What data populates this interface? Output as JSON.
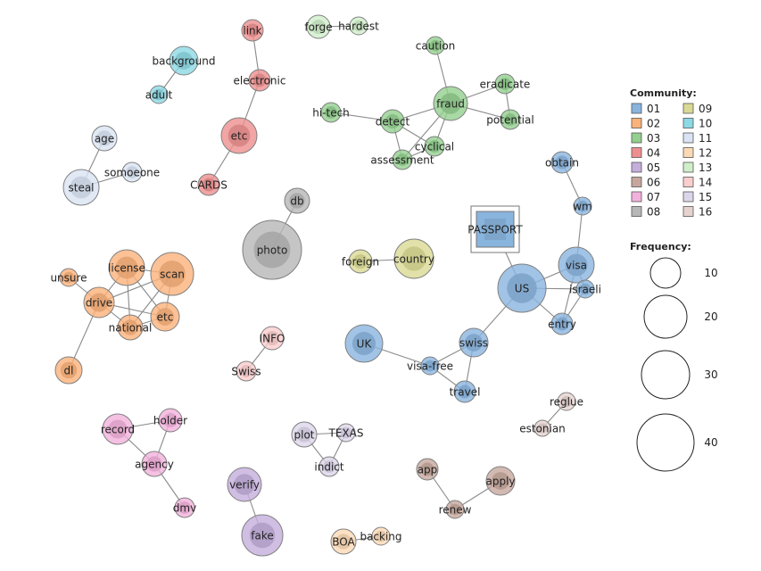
{
  "communities": {
    "01": "#89b4de",
    "02": "#fbb27a",
    "03": "#93cf8e",
    "04": "#ee8f8f",
    "05": "#c4aedc",
    "06": "#c7a79d",
    "07": "#f2b1dc",
    "08": "#b7b7b7",
    "09": "#dada94",
    "10": "#8cd8e4",
    "11": "#d9e3f3",
    "12": "#fbd9b5",
    "13": "#cfeec9",
    "14": "#fbcdcd",
    "15": "#ddd6ea",
    "16": "#e6d3cf"
  },
  "legend": {
    "community_title": "Community:",
    "community_ids": [
      "01",
      "02",
      "03",
      "04",
      "05",
      "06",
      "07",
      "08",
      "09",
      "10",
      "11",
      "12",
      "13",
      "14",
      "15",
      "16"
    ],
    "frequency_title": "Frequency:",
    "frequency_levels": [
      10,
      20,
      30,
      40
    ]
  },
  "nodes": [
    {
      "id": "link",
      "label": "link",
      "community": "04",
      "frequency": 6
    },
    {
      "id": "electronic",
      "label": "electronic",
      "community": "04",
      "frequency": 6
    },
    {
      "id": "etc4",
      "label": "etc",
      "community": "04",
      "frequency": 16
    },
    {
      "id": "CARDS",
      "label": "CARDS",
      "community": "04",
      "frequency": 6
    },
    {
      "id": "background",
      "label": "background",
      "community": "10",
      "frequency": 12
    },
    {
      "id": "adult",
      "label": "adult",
      "community": "10",
      "frequency": 4
    },
    {
      "id": "age",
      "label": "age",
      "community": "11",
      "frequency": 8
    },
    {
      "id": "steal",
      "label": "steal",
      "community": "11",
      "frequency": 18
    },
    {
      "id": "somoeone",
      "label": "somoeone",
      "community": "11",
      "frequency": 4
    },
    {
      "id": "forge",
      "label": "forge",
      "community": "13",
      "frequency": 7
    },
    {
      "id": "hardest",
      "label": "hardest",
      "community": "13",
      "frequency": 4
    },
    {
      "id": "caution",
      "label": "caution",
      "community": "03",
      "frequency": 4
    },
    {
      "id": "fraud",
      "label": "fraud",
      "community": "03",
      "frequency": 14
    },
    {
      "id": "eradicate",
      "label": "eradicate",
      "community": "03",
      "frequency": 5
    },
    {
      "id": "hitech",
      "label": "hi-tech",
      "community": "03",
      "frequency": 5
    },
    {
      "id": "detect",
      "label": "detect",
      "community": "03",
      "frequency": 7
    },
    {
      "id": "potential",
      "label": "potential",
      "community": "03",
      "frequency": 5
    },
    {
      "id": "cyclical",
      "label": "cyclical",
      "community": "03",
      "frequency": 5
    },
    {
      "id": "assessment",
      "label": "assessment",
      "community": "03",
      "frequency": 5
    },
    {
      "id": "db",
      "label": "db",
      "community": "08",
      "frequency": 8
    },
    {
      "id": "photo",
      "label": "photo",
      "community": "08",
      "frequency": 42
    },
    {
      "id": "foreign",
      "label": "foreign",
      "community": "09",
      "frequency": 6
    },
    {
      "id": "country",
      "label": "country",
      "community": "09",
      "frequency": 18
    },
    {
      "id": "PASSPORT",
      "label": "PASSPORT",
      "community": "01",
      "frequency": 50
    },
    {
      "id": "obtain",
      "label": "obtain",
      "community": "01",
      "frequency": 6
    },
    {
      "id": "wm",
      "label": "wm",
      "community": "01",
      "frequency": 4
    },
    {
      "id": "visa",
      "label": "visa",
      "community": "01",
      "frequency": 16
    },
    {
      "id": "US",
      "label": "US",
      "community": "01",
      "frequency": 32
    },
    {
      "id": "israeli",
      "label": "israeli",
      "community": "01",
      "frequency": 4
    },
    {
      "id": "entry",
      "label": "entry",
      "community": "01",
      "frequency": 6
    },
    {
      "id": "UK",
      "label": "UK",
      "community": "01",
      "frequency": 18
    },
    {
      "id": "swiss",
      "label": "swiss",
      "community": "01",
      "frequency": 10
    },
    {
      "id": "visafree",
      "label": "visa-free",
      "community": "01",
      "frequency": 4
    },
    {
      "id": "travel",
      "label": "travel",
      "community": "01",
      "frequency": 6
    },
    {
      "id": "unsure",
      "label": "unsure",
      "community": "02",
      "frequency": 4
    },
    {
      "id": "license",
      "label": "license",
      "community": "02",
      "frequency": 14
    },
    {
      "id": "scan",
      "label": "scan",
      "community": "02",
      "frequency": 24
    },
    {
      "id": "drive",
      "label": "drive",
      "community": "02",
      "frequency": 12
    },
    {
      "id": "national",
      "label": "national",
      "community": "02",
      "frequency": 8
    },
    {
      "id": "etc2",
      "label": "etc",
      "community": "02",
      "frequency": 10
    },
    {
      "id": "dl",
      "label": "dl",
      "community": "02",
      "frequency": 9
    },
    {
      "id": "INFO",
      "label": "INFO",
      "community": "14",
      "frequency": 6
    },
    {
      "id": "Swiss",
      "label": "Swiss",
      "community": "14",
      "frequency": 4
    },
    {
      "id": "reglue",
      "label": "reglue",
      "community": "16",
      "frequency": 4
    },
    {
      "id": "estonian",
      "label": "estonian",
      "community": "16",
      "frequency": 3
    },
    {
      "id": "record",
      "label": "record",
      "community": "07",
      "frequency": 12
    },
    {
      "id": "holder",
      "label": "holder",
      "community": "07",
      "frequency": 7
    },
    {
      "id": "agency",
      "label": "agency",
      "community": "07",
      "frequency": 7
    },
    {
      "id": "dmv",
      "label": "dmv",
      "community": "07",
      "frequency": 5
    },
    {
      "id": "plot",
      "label": "plot",
      "community": "15",
      "frequency": 7
    },
    {
      "id": "TEXAS",
      "label": "TEXAS",
      "community": "15",
      "frequency": 4
    },
    {
      "id": "indict",
      "label": "indict",
      "community": "15",
      "frequency": 5
    },
    {
      "id": "verify",
      "label": "verify",
      "community": "05",
      "frequency": 16
    },
    {
      "id": "fake",
      "label": "fake",
      "community": "05",
      "frequency": 22
    },
    {
      "id": "BOA",
      "label": "BOA",
      "community": "12",
      "frequency": 7
    },
    {
      "id": "backing",
      "label": "backing",
      "community": "12",
      "frequency": 4
    },
    {
      "id": "app",
      "label": "app",
      "community": "06",
      "frequency": 6
    },
    {
      "id": "apply",
      "label": "apply",
      "community": "06",
      "frequency": 10
    },
    {
      "id": "renew",
      "label": "renew",
      "community": "06",
      "frequency": 4
    }
  ],
  "edges": [
    [
      "link",
      "electronic"
    ],
    [
      "electronic",
      "etc4"
    ],
    [
      "etc4",
      "CARDS"
    ],
    [
      "background",
      "adult"
    ],
    [
      "age",
      "steal"
    ],
    [
      "steal",
      "somoeone"
    ],
    [
      "forge",
      "hardest"
    ],
    [
      "caution",
      "fraud"
    ],
    [
      "fraud",
      "eradicate"
    ],
    [
      "fraud",
      "potential"
    ],
    [
      "eradicate",
      "potential"
    ],
    [
      "fraud",
      "detect"
    ],
    [
      "fraud",
      "cyclical"
    ],
    [
      "fraud",
      "assessment"
    ],
    [
      "hitech",
      "detect"
    ],
    [
      "detect",
      "cyclical"
    ],
    [
      "detect",
      "assessment"
    ],
    [
      "cyclical",
      "assessment"
    ],
    [
      "db",
      "photo"
    ],
    [
      "foreign",
      "country"
    ],
    [
      "PASSPORT",
      "US"
    ],
    [
      "obtain",
      "wm"
    ],
    [
      "wm",
      "visa"
    ],
    [
      "US",
      "visa"
    ],
    [
      "US",
      "israeli"
    ],
    [
      "US",
      "entry"
    ],
    [
      "visa",
      "israeli"
    ],
    [
      "visa",
      "entry"
    ],
    [
      "israeli",
      "entry"
    ],
    [
      "US",
      "swiss"
    ],
    [
      "swiss",
      "visafree"
    ],
    [
      "swiss",
      "travel"
    ],
    [
      "UK",
      "visafree"
    ],
    [
      "visafree",
      "travel"
    ],
    [
      "unsure",
      "drive"
    ],
    [
      "license",
      "scan"
    ],
    [
      "license",
      "drive"
    ],
    [
      "license",
      "national"
    ],
    [
      "license",
      "etc2"
    ],
    [
      "scan",
      "drive"
    ],
    [
      "scan",
      "national"
    ],
    [
      "scan",
      "etc2"
    ],
    [
      "drive",
      "national"
    ],
    [
      "drive",
      "etc2"
    ],
    [
      "national",
      "etc2"
    ],
    [
      "drive",
      "dl"
    ],
    [
      "INFO",
      "Swiss"
    ],
    [
      "reglue",
      "estonian"
    ],
    [
      "record",
      "holder"
    ],
    [
      "record",
      "agency"
    ],
    [
      "holder",
      "agency"
    ],
    [
      "agency",
      "dmv"
    ],
    [
      "plot",
      "TEXAS"
    ],
    [
      "plot",
      "indict"
    ],
    [
      "TEXAS",
      "indict"
    ],
    [
      "verify",
      "fake"
    ],
    [
      "BOA",
      "backing"
    ],
    [
      "app",
      "renew"
    ],
    [
      "apply",
      "renew"
    ]
  ]
}
